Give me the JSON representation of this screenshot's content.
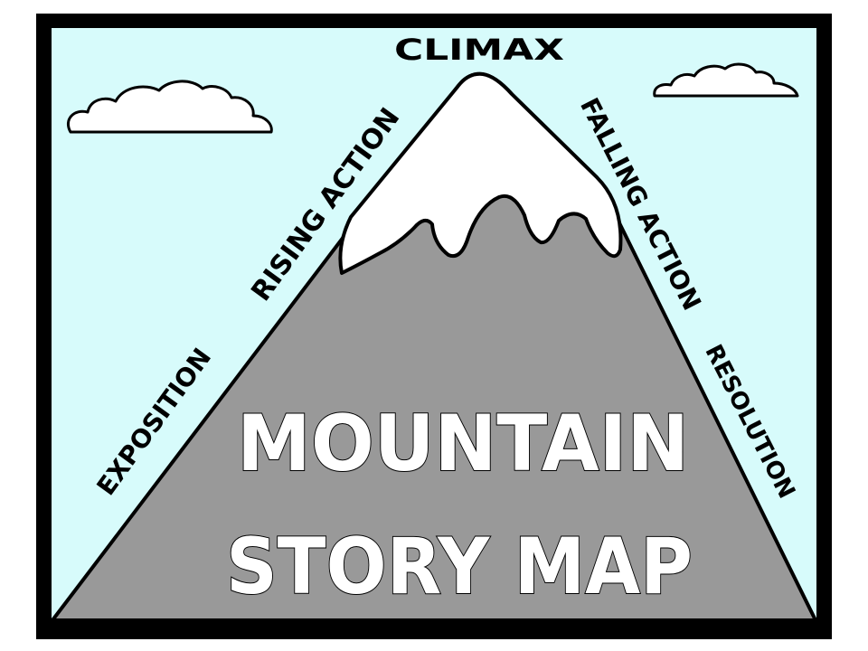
{
  "title": {
    "line1": "MOUNTAIN",
    "line2": "STORY MAP"
  },
  "stages": {
    "exposition": "EXPOSITION",
    "rising_action": "RISING ACTION",
    "climax": "CLIMAX",
    "falling_action": "FALLING ACTION",
    "resolution": "RESOLUTION"
  },
  "colors": {
    "frame": "#000000",
    "sky": "#d7fbfb",
    "mountain": "#999999",
    "snow": "#ffffff",
    "cloud": "#ffffff",
    "outline": "#000000"
  }
}
